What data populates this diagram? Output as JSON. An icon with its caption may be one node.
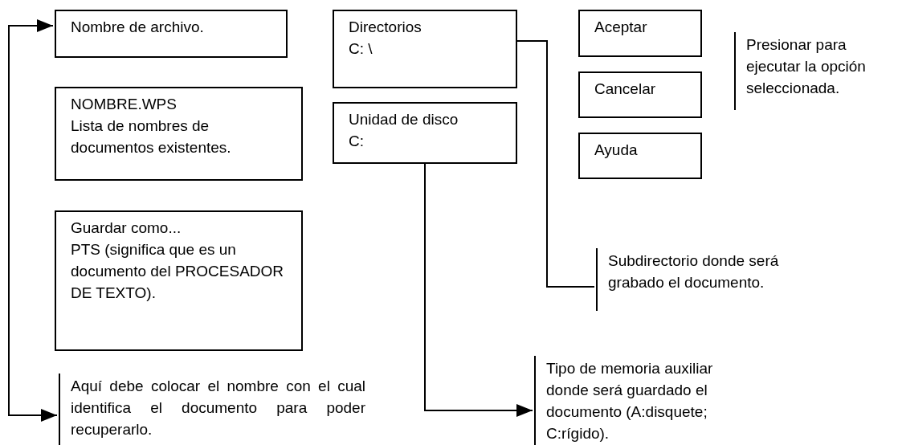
{
  "diagram": {
    "nodes": [
      {
        "text": [
          "Nombre de archivo."
        ]
      },
      {
        "text": [
          "Directorios",
          "C: \\"
        ]
      },
      {
        "text": [
          "Aceptar"
        ]
      },
      {
        "text": [
          "Presionar para ejecutar la opción seleccionada."
        ]
      },
      {
        "text": [
          "NOMBRE.WPS",
          "Lista de nombres de documentos existentes."
        ]
      },
      {
        "text": [
          "Cancelar"
        ]
      },
      {
        "text": [
          "Unidad de disco",
          "C:"
        ]
      },
      {
        "text": [
          "Ayuda"
        ]
      },
      {
        "text": [
          "Guardar como...",
          "PTS (significa que es un documento del PROCESADOR DE TEXTO)."
        ]
      },
      {
        "text": [
          "Subdirectorio donde será grabado el documento."
        ]
      },
      {
        "text": [
          "Aquí debe colocar el nombre con el cual identifica el documento para poder recuperarlo."
        ]
      },
      {
        "text": [
          "Tipo de memoria auxiliar donde será guardado el documento (A:disquete; C:rígido)."
        ]
      }
    ],
    "edges": [
      {
        "from": 0,
        "to": 10,
        "arrow": "both"
      },
      {
        "from": 1,
        "to": 9,
        "arrow": "none"
      },
      {
        "from": 6,
        "to": 11,
        "arrow": "to"
      }
    ]
  }
}
